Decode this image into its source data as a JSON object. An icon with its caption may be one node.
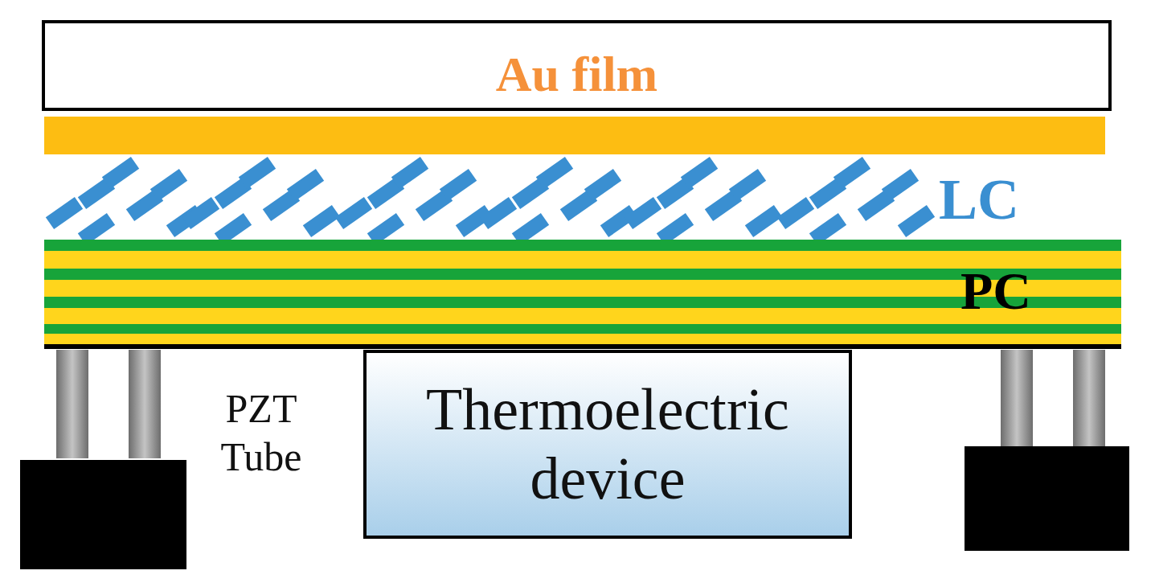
{
  "diagram": {
    "nodes": [
      {
        "text": [
          "Au film"
        ]
      },
      {
        "text": [
          "Thermoelectric device"
        ]
      }
    ],
    "labels": [
      "LC",
      "PC",
      "PZT Tube"
    ]
  }
}
